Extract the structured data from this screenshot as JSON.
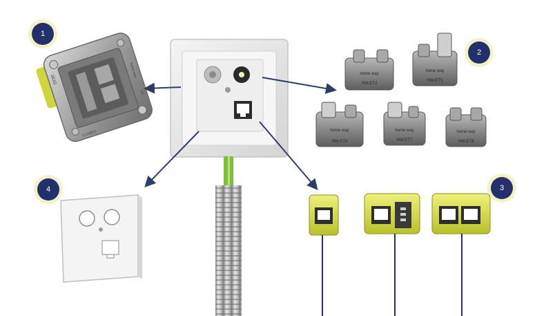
{
  "colors": {
    "badge_fill": "#24306b",
    "badge_ring": "#f4f2c4",
    "arrow": "#2d3e66",
    "yellow_accent": "#d7df3c",
    "cable_green": "#7cbf3a",
    "metal": "#9a9a9a"
  },
  "badges": [
    {
      "label": "1"
    },
    {
      "label": "2"
    },
    {
      "label": "3"
    },
    {
      "label": "4"
    }
  ],
  "insert_frame": {
    "brand": "one.",
    "logo": "home way",
    "mark": "CE",
    "model": "CLASS A"
  },
  "modules": [
    {
      "label": "HW-ET2"
    },
    {
      "label": "HW-ET5"
    },
    {
      "label": "HW-ET6"
    },
    {
      "label": "HW-ET7"
    },
    {
      "label": "HW-ET8"
    }
  ],
  "module_logo": "home way",
  "icons": [
    "insert-frame-icon",
    "coax-module-icon",
    "rj45-keystone-icon",
    "cover-plate-icon",
    "wall-socket-icon",
    "conduit-icon"
  ]
}
